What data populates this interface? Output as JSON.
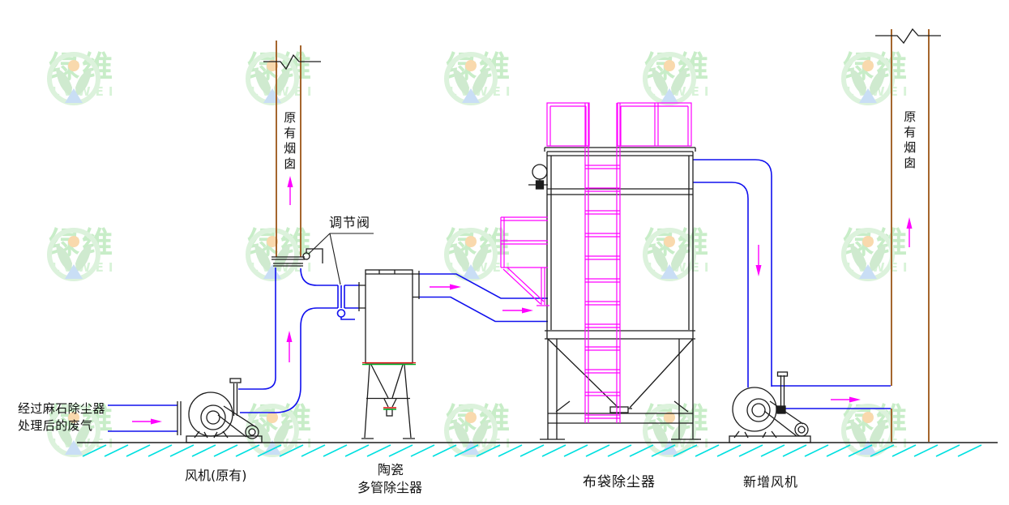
{
  "watermark": {
    "brand_cn": "绿维",
    "brand_latin": "LVWEI"
  },
  "labels": {
    "inlet_note_line1": "经过麻石除尘器",
    "inlet_note_line2": "处理后的废气",
    "fan_existing": "风机(原有)",
    "regulating_valve": "调节阀",
    "chimney_left": "原有烟囱",
    "chimney_right": "原有烟囱",
    "ceramic_collector_line1": "陶瓷",
    "ceramic_collector_line2": "多管除尘器",
    "bag_filter": "布袋除尘器",
    "fan_new": "新增风机"
  },
  "colors": {
    "duct_blue": "#1010ee",
    "flow_arrow_magenta": "#ff00ff",
    "chimney_brown": "#a5662e",
    "ground_hatch_cyan": "#00e0e0",
    "equipment_black": "#1c1c1c",
    "flange_red": "#dd1111",
    "flange_green": "#00aa22",
    "watermark_green": "#c8edc8"
  }
}
